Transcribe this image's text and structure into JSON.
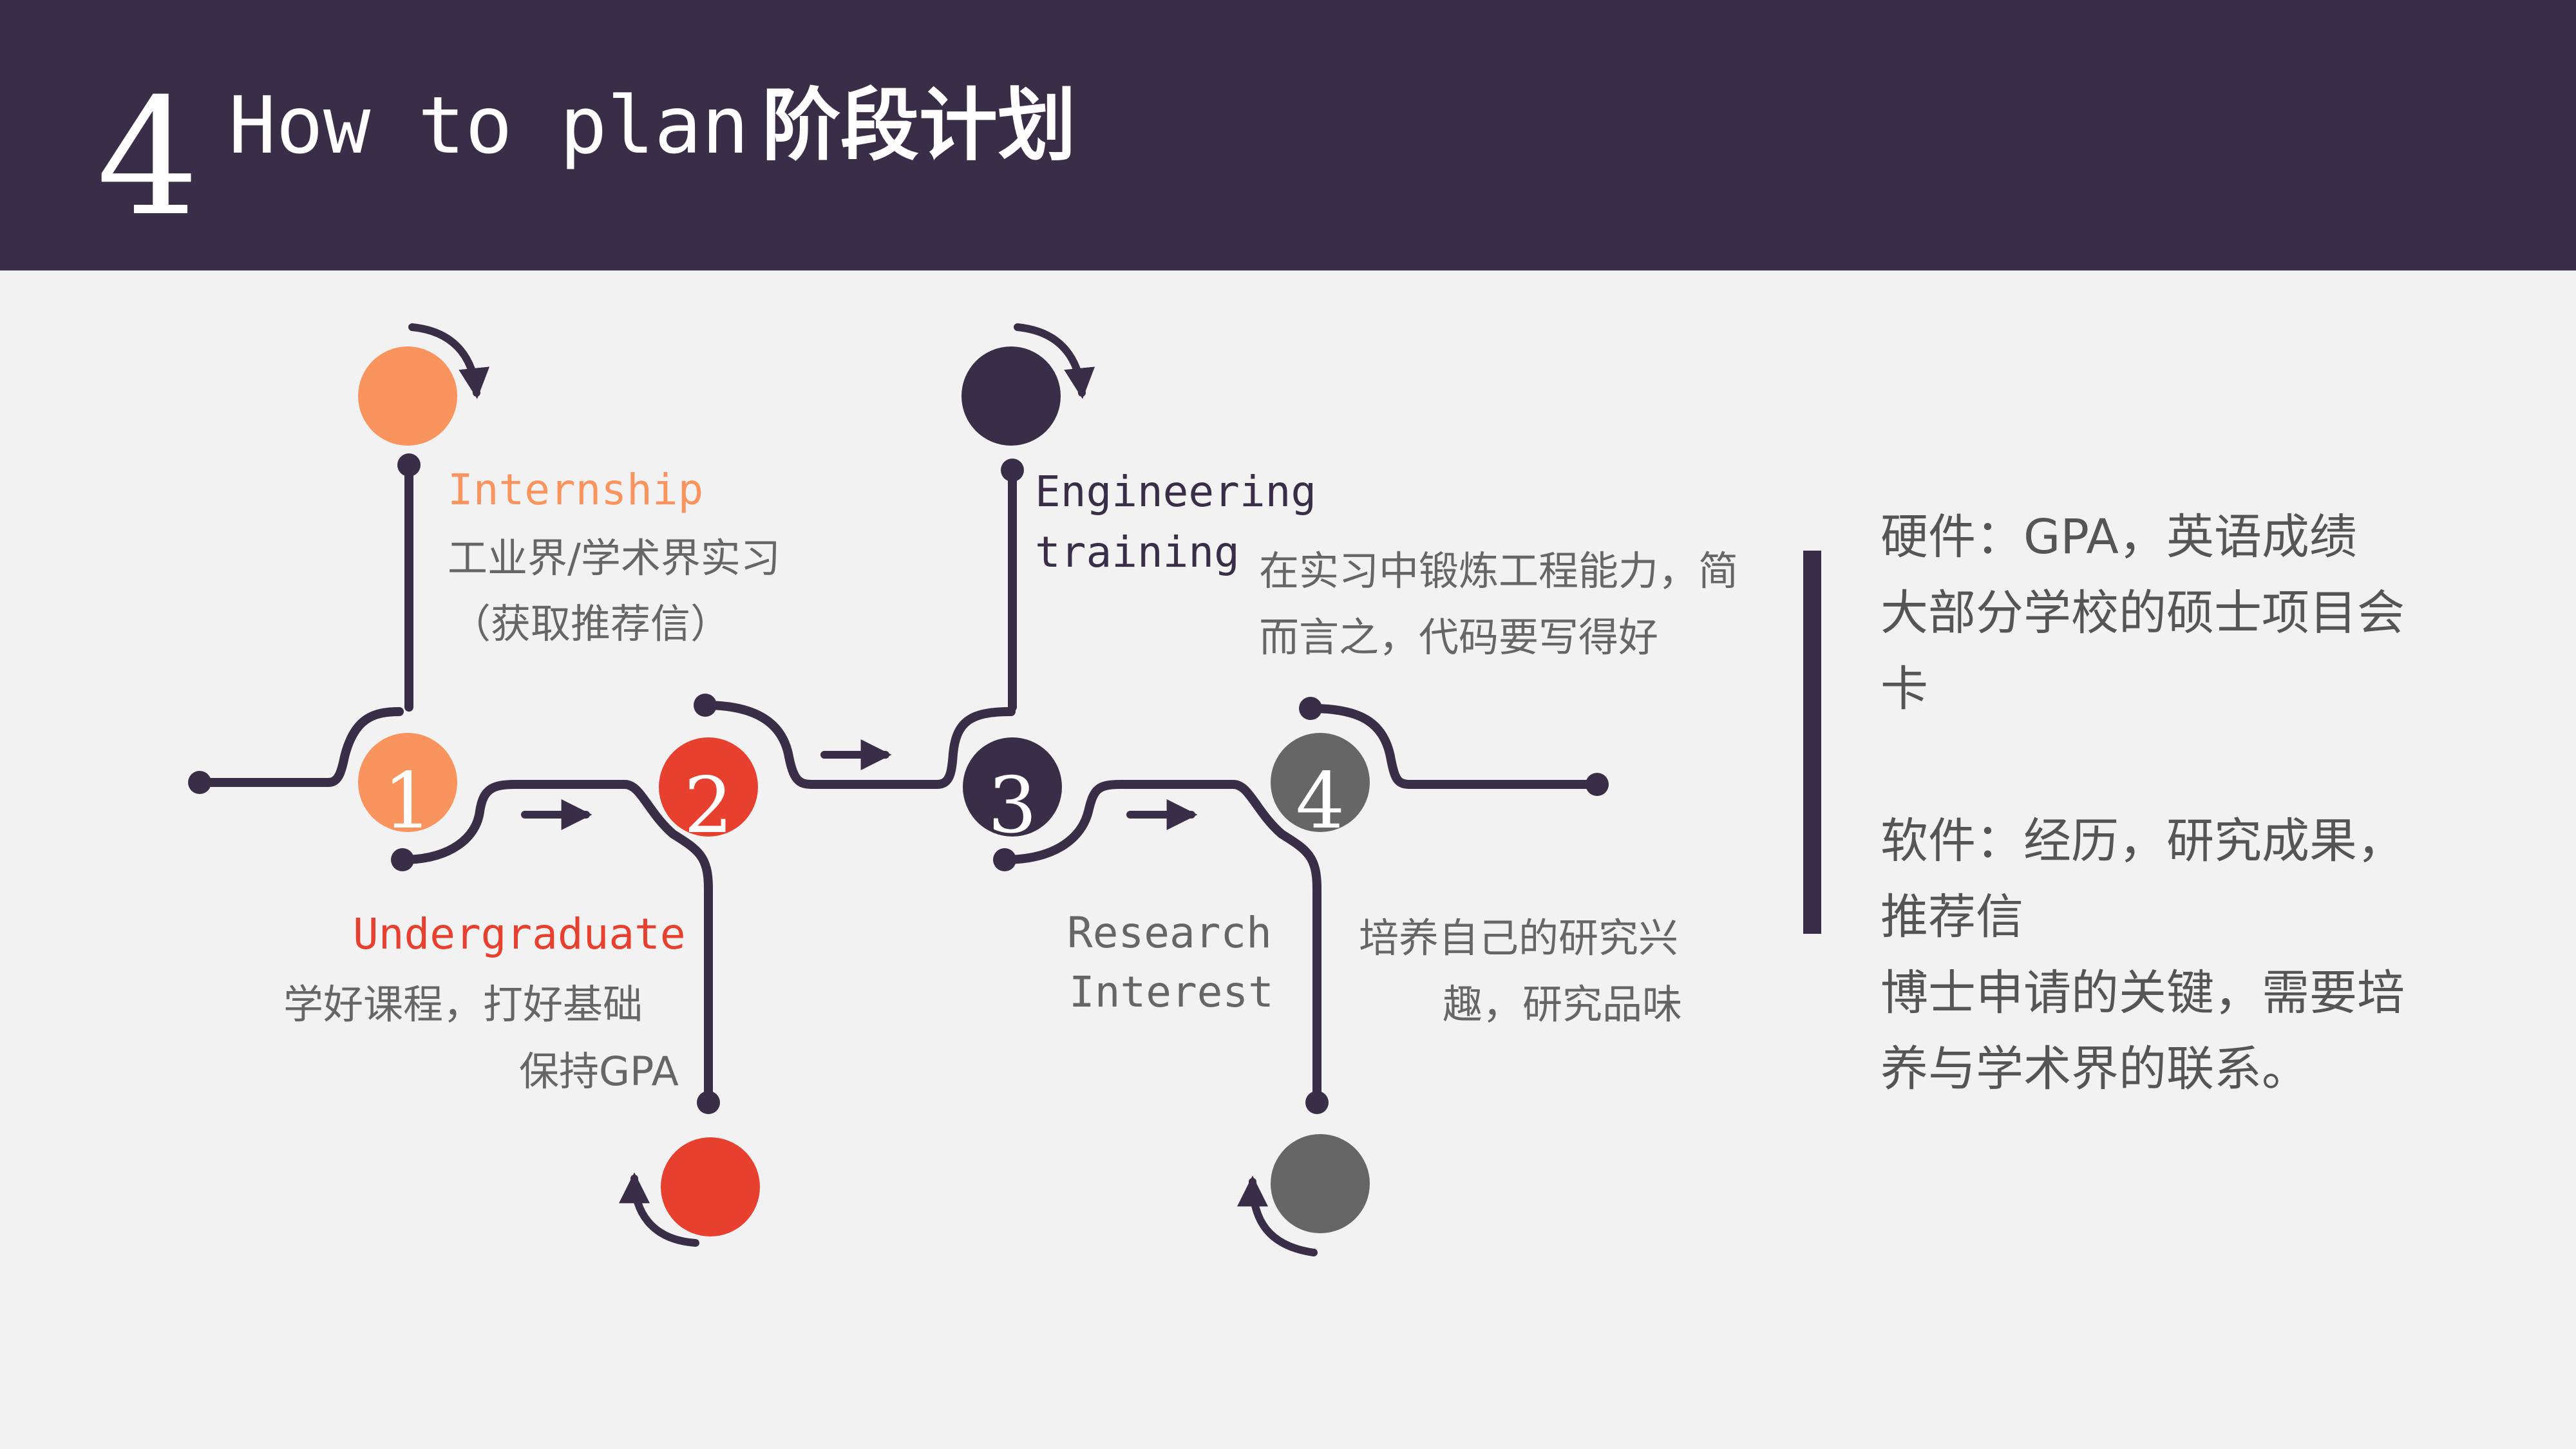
{
  "header": {
    "number": "4",
    "title": "How to plan",
    "title_cn": "阶段计划"
  },
  "colors": {
    "header_bg": "#3a2d47",
    "track": "#3a2d47",
    "orange": "#f9945e",
    "red": "#e8402f",
    "dark": "#3a2d47",
    "gray": "#666666"
  },
  "stages": [
    {
      "number": "1",
      "title": "Undergraduate",
      "lines": [
        "学好课程，打好基础",
        "保持GPA"
      ]
    },
    {
      "number": "2",
      "title": "Internship",
      "lines": [
        "工业界/学术界实习",
        "（获取推荐信）"
      ]
    },
    {
      "number": "3",
      "title_lines": [
        "Engineering",
        "training"
      ],
      "lines": [
        "在实习中锻炼工程能力，简",
        "而言之，代码要写得好"
      ]
    },
    {
      "number": "4",
      "title_lines": [
        "Research",
        "Interest"
      ],
      "lines": [
        "培养自己的研究兴",
        "趣，研究品味"
      ]
    }
  ],
  "right_note": {
    "paragraph1": [
      "硬件：GPA，英语成绩",
      "大部分学校的硕士项目会",
      "卡"
    ],
    "paragraph2": [
      "软件：经历，研究成果，",
      "推荐信",
      "博士申请的关键，需要培",
      "养与学术界的联系。"
    ]
  }
}
